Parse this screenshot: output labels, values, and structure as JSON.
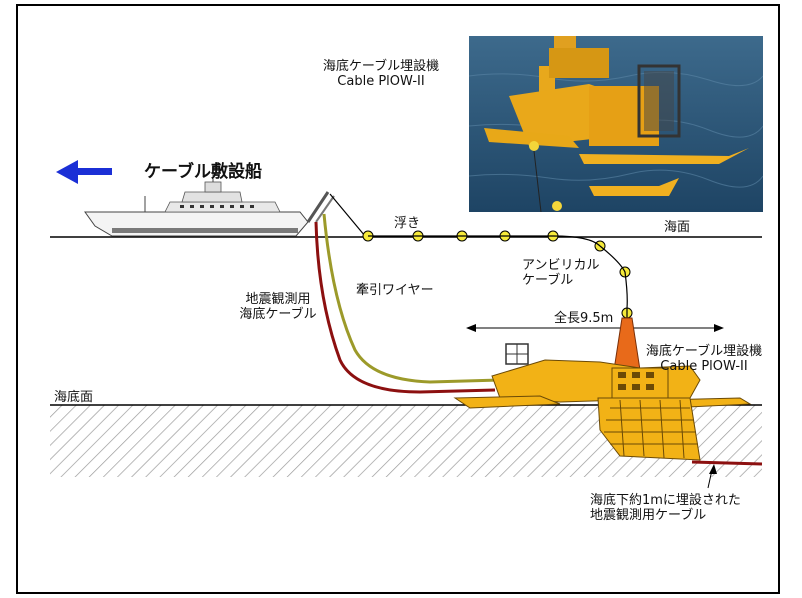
{
  "photo_caption": {
    "line1": "海底ケーブル埋設機",
    "line2": "Cable PlOW-II"
  },
  "ship_label": "ケーブル敷設船",
  "sea_surface_label": "海面",
  "float_label": "浮き",
  "umbilical_label": {
    "line1": "アンビリカル",
    "line2": "ケーブル"
  },
  "tow_wire_label": "牽引ワイヤー",
  "seismic_cable_label": {
    "line1": "地震観測用",
    "line2": "海底ケーブル"
  },
  "total_length_label": "全長9.5m",
  "plow_label": {
    "line1": "海底ケーブル埋設機",
    "line2": "Cable PlOW-II"
  },
  "seabed_label": "海底面",
  "buried_cable_label": {
    "line1": "海底下約1mに埋設された",
    "line2": "地震観測用ケーブル"
  },
  "colors": {
    "arrow": "#1b2fd6",
    "plow": "#f2b216",
    "plow_dark": "#6b4a06",
    "seismic_cable": "#8c1010",
    "tow_wire": "#9c9a2a",
    "float": "#f6ea3a",
    "seabed_hatch": "#9a9a9a"
  }
}
